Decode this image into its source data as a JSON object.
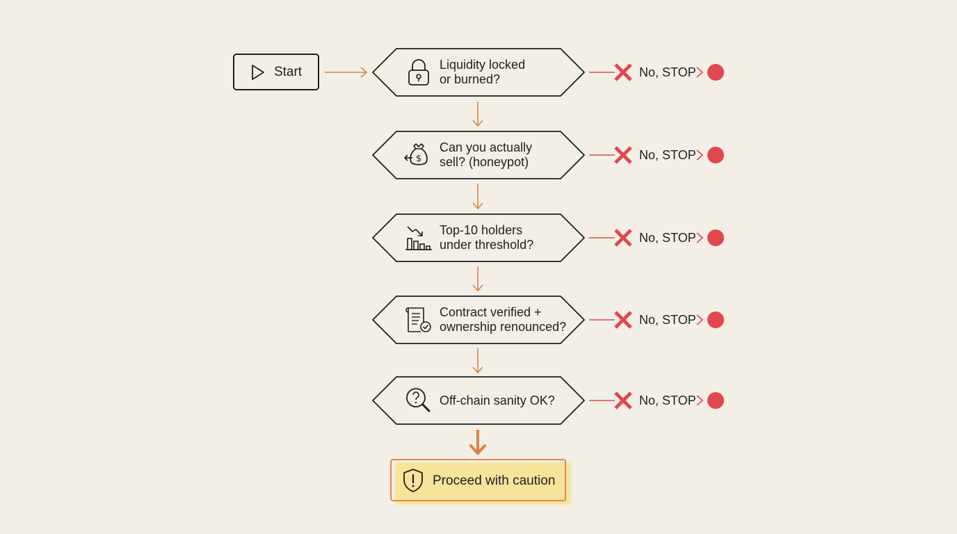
{
  "start": {
    "label": "Start"
  },
  "decisions": [
    {
      "lines": [
        "Liquidity locked",
        "or burned?"
      ],
      "icon": "padlock-icon"
    },
    {
      "lines": [
        "Can you actually",
        "sell? (honeypot)"
      ],
      "icon": "money-bag-icon"
    },
    {
      "lines": [
        "Top-10 holders",
        "under threshold?"
      ],
      "icon": "declining-bar-chart-icon"
    },
    {
      "lines": [
        "Contract verified +",
        "ownership renounced?"
      ],
      "icon": "verified-document-icon"
    },
    {
      "lines": [
        "Off-chain sanity OK?"
      ],
      "icon": "magnifier-question-icon"
    }
  ],
  "stop_label": "No, STOP",
  "proceed": {
    "label": "Proceed with caution",
    "icon": "shield-exclamation-icon"
  },
  "colors": {
    "background": "#f3efe7",
    "outline": "#1f1f1f",
    "connector_arrow": "#d9834a",
    "stop_red": "#e0484e",
    "proceed_fill": "#f8e39a",
    "proceed_border": "#e0894a"
  }
}
